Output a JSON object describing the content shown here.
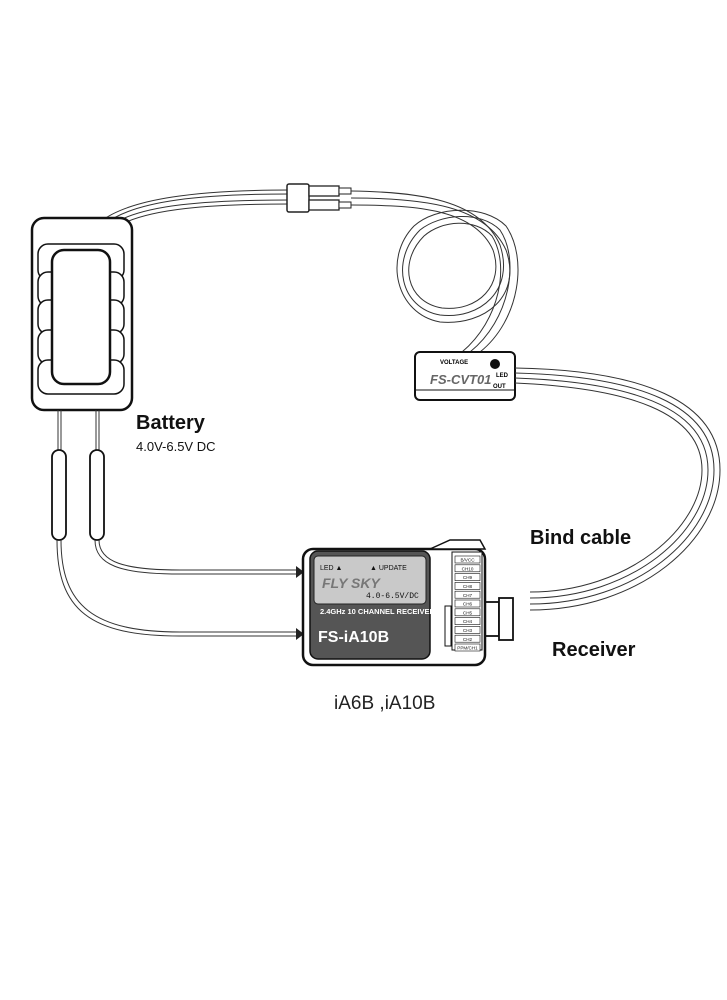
{
  "labels": {
    "battery_title": "Battery",
    "battery_voltage": "4.0V-6.5V DC",
    "bind_cable": "Bind cable",
    "receiver": "Receiver",
    "caption": "iA6B ,iA10B"
  },
  "receiver_device": {
    "led_label": "LED ▲",
    "update_label": "▲ UPDATE",
    "brand": "FLY SKY",
    "voltage": "4.0-6.5V/DC",
    "band": "2.4GHz 10 CHANNEL RECEIVER",
    "model": "FS-iA10B",
    "ports": [
      "B/VCC",
      "CH10",
      "CH9",
      "CH8",
      "CH7",
      "CH6",
      "CH5",
      "CH4",
      "CH3",
      "CH2",
      "PPM/CH1"
    ]
  },
  "bind_device": {
    "voltage_label": "VOLTAGE",
    "model": "FS-CVT01",
    "led": "LED",
    "out": "OUT"
  }
}
